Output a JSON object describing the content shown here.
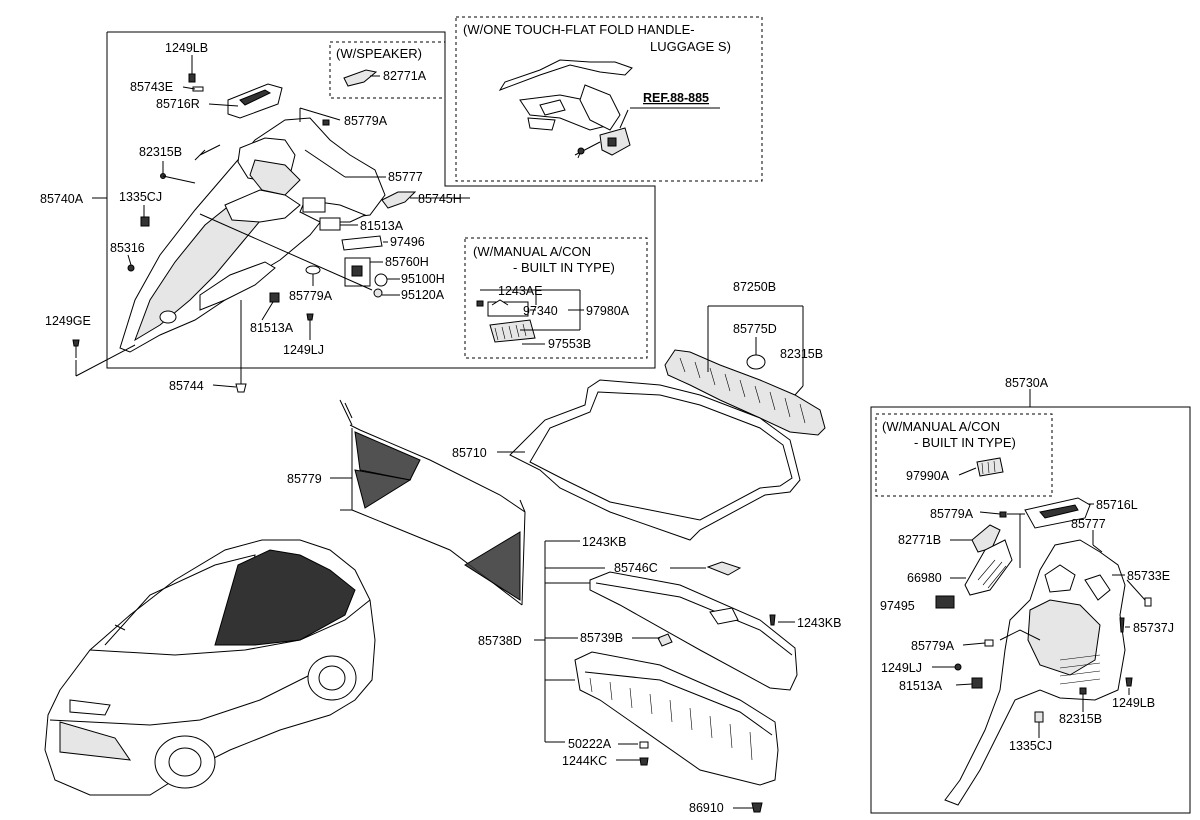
{
  "boxes": {
    "speaker": "(W/SPEAKER)",
    "one_touch_line1": "(W/ONE TOUCH-FLAT FOLD HANDLE-",
    "one_touch_line2": "LUGGAGE S)",
    "aircon_left_line1": "(W/MANUAL A/CON",
    "aircon_left_line2": "- BUILT IN TYPE)",
    "aircon_right_line1": "(W/MANUAL A/CON",
    "aircon_right_line2": "- BUILT IN TYPE)"
  },
  "reference": "REF.88-885",
  "labels": {
    "p1249LB_top": "1249LB",
    "p85743E": "85743E",
    "p85716R": "85716R",
    "p82771A": "82771A",
    "p85779A_1": "85779A",
    "p82315B_1": "82315B",
    "p85777_1": "85777",
    "p85745H": "85745H",
    "p85740A": "85740A",
    "p1335CJ_1": "1335CJ",
    "p81513A_1": "81513A",
    "p97496": "97496",
    "p85316": "85316",
    "p85760H": "85760H",
    "p95100H": "95100H",
    "p95120A": "95120A",
    "p85779A_2": "85779A",
    "p81513A_2": "81513A",
    "p1249LJ_1": "1249LJ",
    "p1249GE": "1249GE",
    "p85744": "85744",
    "p1243AE": "1243AE",
    "p97340": "97340",
    "p97980A": "97980A",
    "p97553B": "97553B",
    "p87250B": "87250B",
    "p85775D": "85775D",
    "p82315B_2": "82315B",
    "p85710": "85710",
    "p85779": "85779",
    "p1243KB_1": "1243KB",
    "p85746C": "85746C",
    "p1243KB_2": "1243KB",
    "p85738D": "85738D",
    "p85739B": "85739B",
    "p50222A": "50222A",
    "p1244KC": "1244KC",
    "p86910": "86910",
    "p85730A": "85730A",
    "p97990A": "97990A",
    "p85779A_3": "85779A",
    "p85716L": "85716L",
    "p82771B": "82771B",
    "p85777_2": "85777",
    "p66980": "66980",
    "p85733E": "85733E",
    "p97495": "97495",
    "p85737J": "85737J",
    "p85779A_4": "85779A",
    "p1249LJ_2": "1249LJ",
    "p81513A_3": "81513A",
    "p1249LB_2": "1249LB",
    "p82315B_3": "82315B",
    "p1335CJ_2": "1335CJ"
  }
}
